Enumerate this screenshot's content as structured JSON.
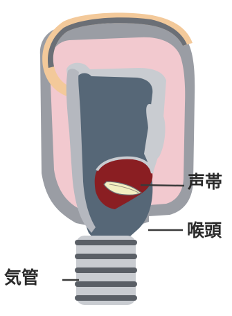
{
  "labels": {
    "vocal_cords": "声帯",
    "larynx": "喉頭",
    "trachea": "気管"
  },
  "colors": {
    "background": "#ffffff",
    "tissue_pink": "#f2c9cf",
    "outline_gray": "#9a9da4",
    "light_gray": "#c9ccd1",
    "airway_dark": "#566777",
    "palate_tan": "#f3c99a",
    "vocal_fold_red": "#8a1e22",
    "vocal_cord_cream": "#f3efc2",
    "leader_line": "#3a3a3a"
  }
}
